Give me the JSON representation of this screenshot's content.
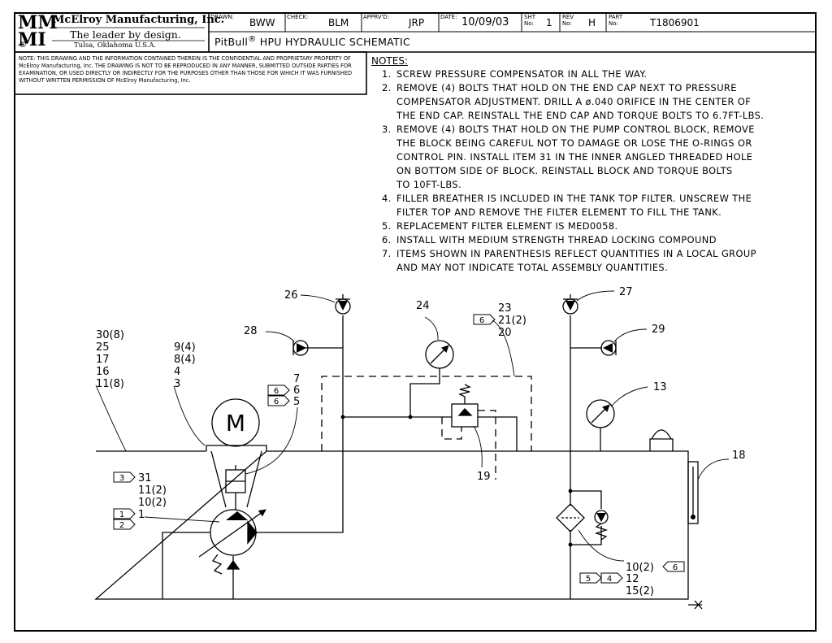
{
  "title_block": {
    "logo_letters_top": "MM",
    "logo_letters_bottom": "MI",
    "registered_mark": "®",
    "company": "McElroy Manufacturing, Inc.",
    "slogan": "The leader by design.",
    "city": "Tulsa, Oklahoma U.S.A.",
    "drawn_label": "DRAWN:",
    "drawn_value": "BWW",
    "check_label": "CHECK:",
    "check_value": "BLM",
    "apprvd_label": "APPRV'D:",
    "apprvd_value": "JRP",
    "date_label": "DATE:",
    "date_value": "10/09/03",
    "sht_label_1": "SHT",
    "sht_label_2": "No:",
    "sht_value": "1",
    "rev_label_1": "REV",
    "rev_label_2": "No:",
    "rev_value": "H",
    "part_label_1": "PART",
    "part_label_2": "No:",
    "part_value": "T1806901",
    "drawing_title_a": "PitBull",
    "drawing_title_reg": "®",
    "drawing_title_b": " HPU HYDRAULIC SCHEMATIC",
    "confidential_notice": "NOTE: THIS DRAWING AND THE INFORMATION CONTAINED THEREIN IS THE CONFIDENTIAL AND PROPRIETARY PROPERTY OF McElroy Manufacturing, Inc. THE DRAWING IS NOT TO BE REPRODUCED IN ANY MANNER, SUBMITTED OUTSIDE PARTIES FOR EXAMINATION, OR USED DIRECTLY OR INDIRECTLY FOR THE PURPOSES OTHER THAN THOSE FOR WHICH IT WAS FURNISHED WITHOUT WRITTEN PERMISSION OF McElroy Manufacturing, Inc."
  },
  "notes": {
    "heading": "NOTES:",
    "items": [
      {
        "num": "1.",
        "lines": [
          "SCREW PRESSURE COMPENSATOR IN ALL THE WAY."
        ]
      },
      {
        "num": "2.",
        "lines": [
          "REMOVE (4) BOLTS THAT HOLD ON THE END CAP NEXT TO PRESSURE",
          "COMPENSATOR ADJUSTMENT. DRILL A ø.040 ORIFICE IN THE CENTER OF",
          "THE END CAP. REINSTALL THE END CAP AND TORQUE BOLTS TO 6.7FT-LBS."
        ]
      },
      {
        "num": "3.",
        "lines": [
          "REMOVE (4) BOLTS THAT HOLD ON THE PUMP CONTROL BLOCK, REMOVE",
          "THE BLOCK BEING CAREFUL NOT TO DAMAGE OR LOSE THE O-RINGS OR",
          "CONTROL PIN. INSTALL ITEM 31 IN THE INNER ANGLED THREADED HOLE",
          "ON BOTTOM SIDE OF BLOCK. REINSTALL BLOCK AND TORQUE BOLTS",
          "TO 10FT-LBS."
        ]
      },
      {
        "num": "4.",
        "lines": [
          "FILLER BREATHER IS INCLUDED IN THE TANK TOP FILTER. UNSCREW THE",
          "FILTER TOP AND REMOVE THE FILTER ELEMENT TO FILL THE TANK."
        ]
      },
      {
        "num": "5.",
        "lines": [
          "REPLACEMENT FILTER ELEMENT IS MED0058."
        ]
      },
      {
        "num": "6.",
        "lines": [
          "INSTALL WITH MEDIUM STRENGTH THREAD LOCKING COMPOUND"
        ]
      },
      {
        "num": "7.",
        "lines": [
          "ITEMS SHOWN IN PARENTHESIS REFLECT QUANTITIES IN A LOCAL GROUP",
          "AND MAY NOT INDICATE TOTAL ASSEMBLY QUANTITIES."
        ]
      }
    ]
  },
  "schematic": {
    "motor_symbol": "M",
    "balloons": {
      "b26": "26",
      "b27": "27",
      "b28": "28",
      "b29": "29",
      "b24": "24",
      "b13": "13",
      "b18": "18",
      "b19": "19",
      "b23": "23",
      "b21": "21(2)",
      "b20": "20",
      "b30": "30(8)",
      "b25": "25",
      "b17": "17",
      "b16": "16",
      "b11": "11(8)",
      "b9": "9(4)",
      "b8": "8(4)",
      "b4": "4",
      "b3": "3",
      "b7": "7",
      "b6": "6",
      "b5": "5",
      "b31": "31",
      "b11b": "11(2)",
      "b10": "10(2)",
      "b1": "1",
      "b10b": "10(2)",
      "b12": "12",
      "b15": "15(2)"
    },
    "note_flags": {
      "f21": "6",
      "f6": "6",
      "f5": "6",
      "f31": "3",
      "f1a": "1",
      "f1b": "2",
      "f10b": "6",
      "f12a": "5",
      "f12b": "4"
    }
  }
}
